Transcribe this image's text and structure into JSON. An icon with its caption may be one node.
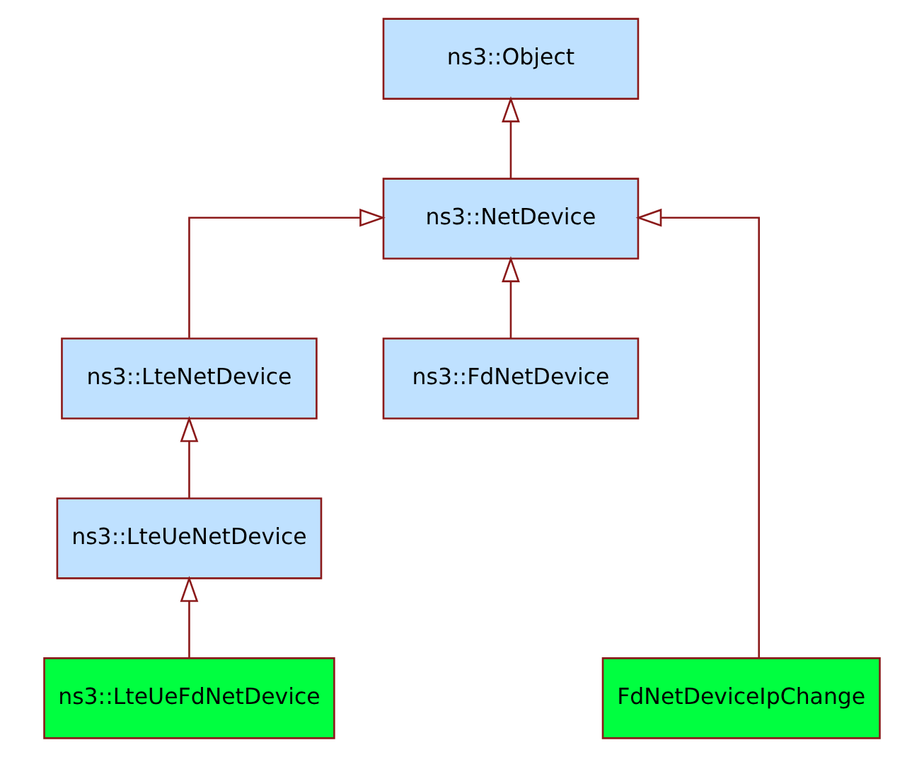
{
  "diagram": {
    "nodes": [
      {
        "text": [
          "ns3::Object"
        ]
      },
      {
        "text": [
          "ns3::NetDevice"
        ]
      },
      {
        "text": [
          "ns3::LteNetDevice"
        ]
      },
      {
        "text": [
          "ns3::FdNetDevice"
        ]
      },
      {
        "text": [
          "ns3::LteUeNetDevice"
        ]
      },
      {
        "text": [
          "ns3::LteUeFdNetDevice"
        ]
      },
      {
        "text": [
          "FdNetDeviceIpChange"
        ]
      }
    ],
    "edges": [
      {
        "from": 1,
        "to": 0,
        "arrow": "to"
      },
      {
        "from": 2,
        "to": 1,
        "arrow": "to"
      },
      {
        "from": 6,
        "to": 1,
        "arrow": "to"
      },
      {
        "from": 3,
        "to": 1,
        "arrow": "to"
      },
      {
        "from": 4,
        "to": 2,
        "arrow": "to"
      },
      {
        "from": 5,
        "to": 4,
        "arrow": "to"
      }
    ]
  }
}
